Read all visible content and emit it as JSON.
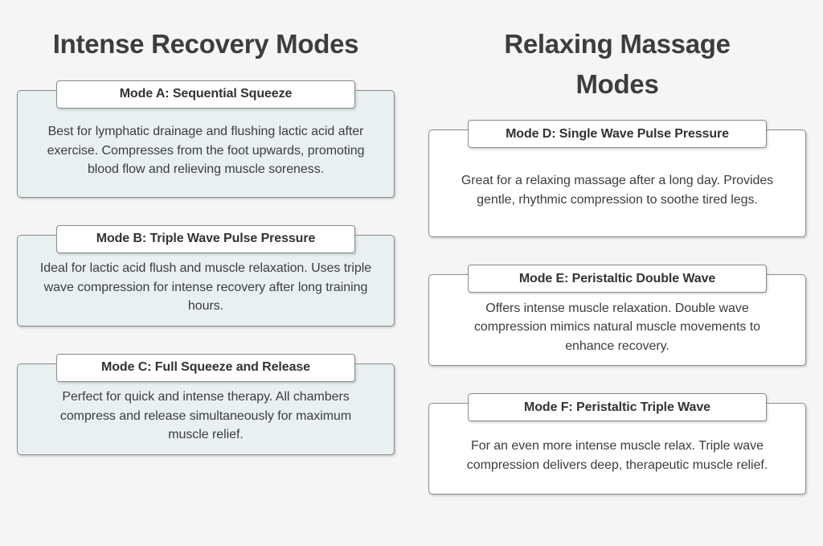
{
  "background_color": "#f5f5f5",
  "columns": [
    {
      "id": "intense-recovery",
      "heading": "Intense Recovery Modes",
      "card_fill_color": "#e8f0f2",
      "cards": [
        {
          "title": "Mode A: Sequential Squeeze",
          "body": "Best for lymphatic drainage and flushing lactic acid after exercise. Compresses from the foot upwards, promoting blood flow and relieving muscle soreness."
        },
        {
          "title": "Mode B: Triple Wave Pulse Pressure",
          "body": "Ideal for lactic acid flush and muscle relaxation. Uses triple wave compression for intense recovery after long training hours."
        },
        {
          "title": "Mode C: Full Squeeze and Release",
          "body": "Perfect for quick and intense therapy. All chambers compress and release simultaneously for maximum muscle relief."
        }
      ]
    },
    {
      "id": "relaxing-massage",
      "heading": "Relaxing Massage Modes",
      "card_fill_color": "#ffffff",
      "cards": [
        {
          "title": "Mode D: Single Wave Pulse Pressure",
          "body": "Great for a relaxing massage after a long day. Provides gentle, rhythmic compression to soothe tired legs."
        },
        {
          "title": "Mode E: Peristaltic Double Wave",
          "body": "Offers intense muscle relaxation. Double wave compression mimics natural muscle movements to enhance recovery."
        },
        {
          "title": "Mode F: Peristaltic Triple Wave",
          "body": "For an even more intense muscle relax. Triple wave compression delivers deep, therapeutic muscle relief."
        }
      ]
    }
  ],
  "theme": {
    "border_color": "#8a8a8a",
    "title_text_color": "#333333",
    "body_text_color": "#3d3d3d",
    "heading_text_color": "#3d3d3d"
  }
}
